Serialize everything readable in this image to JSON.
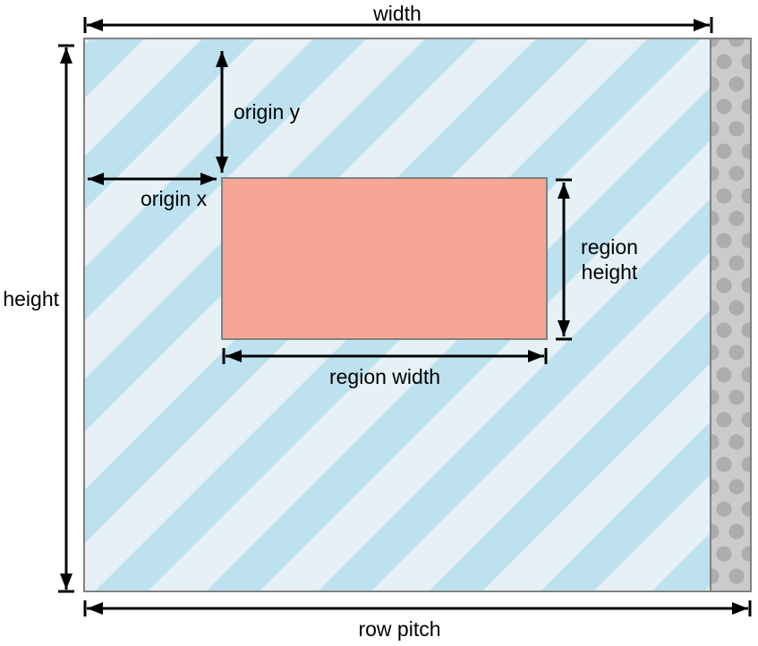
{
  "diagram": {
    "labels": {
      "width": "width",
      "height": "height",
      "row_pitch": "row pitch",
      "origin_x": "origin x",
      "origin_y": "origin y",
      "region_width": "region width",
      "region_height": "region height"
    },
    "colors": {
      "stripe_light": "#e5f1f5",
      "stripe_dark": "#bde1ef",
      "region_fill": "#f5a694",
      "border_gray": "#808080",
      "padding_background": "#cbcbcb",
      "padding_dot": "#adadad",
      "arrow": "#000000",
      "page_background": "#ffffff"
    }
  }
}
